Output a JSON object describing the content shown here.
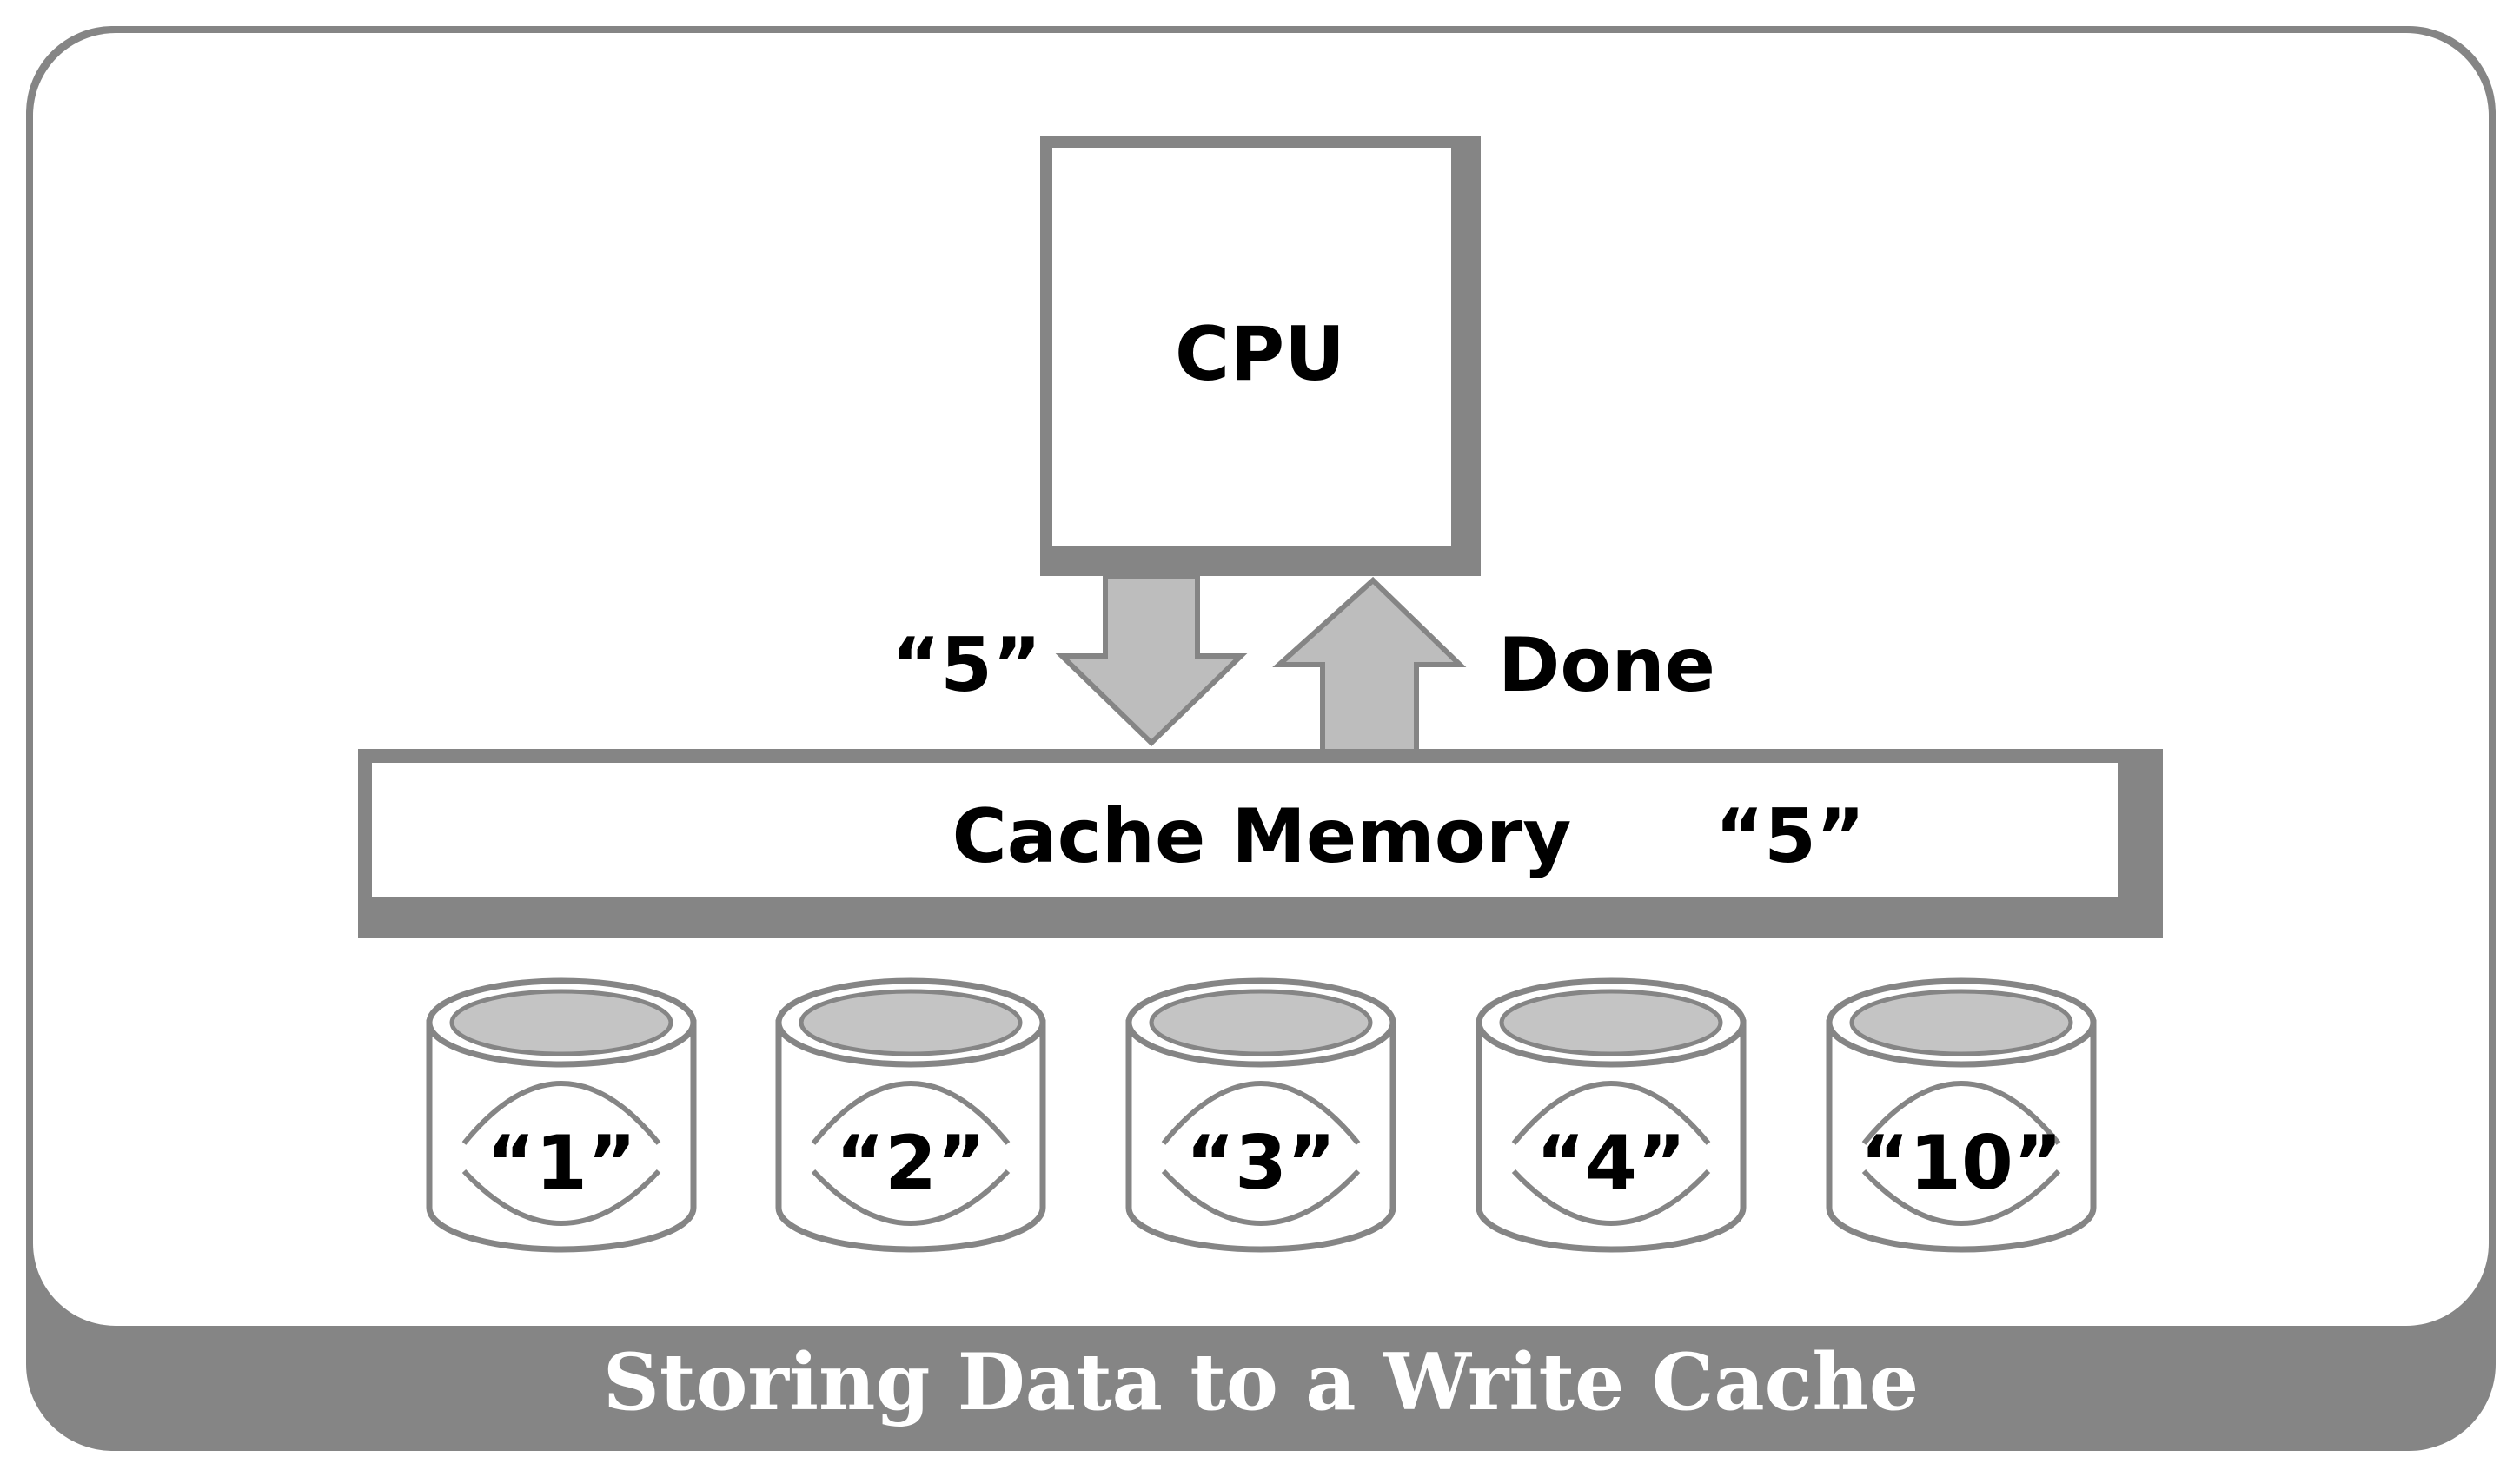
{
  "caption": "Storing Data to a Write Cache",
  "cpu": {
    "label": "CPU"
  },
  "arrows": {
    "write_value": "“5”",
    "ack_label": "Done"
  },
  "cache": {
    "label": "Cache Memory",
    "value": "“5”"
  },
  "disks": [
    {
      "value": "“1”"
    },
    {
      "value": "“2”"
    },
    {
      "value": "“3”"
    },
    {
      "value": "“4”"
    },
    {
      "value": "“10”"
    }
  ],
  "colors": {
    "frame_gray": "#858585",
    "arrow_fill": "#bdbdbd",
    "disk_top_fill": "#c4c4c4",
    "text": "#000000",
    "caption_text": "#ffffff"
  }
}
